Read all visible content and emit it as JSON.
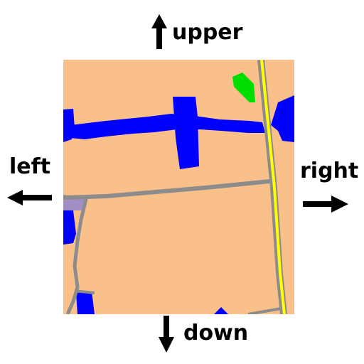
{
  "labels": {
    "upper": "upper",
    "down": "down",
    "left": "left",
    "right": "right"
  },
  "colors": {
    "land": "#f9c08a",
    "water": "#0000ff",
    "road": "#8c8c8c",
    "highway_fill": "#ffff00",
    "highway_edge": "#8c8c8c",
    "park": "#00dd00",
    "landuse_special": "#9f8fc2",
    "arrow": "#000000"
  },
  "map": {
    "features": [
      "water-channel",
      "water-block",
      "water-left-top",
      "water-left-mid",
      "water-left-bottom",
      "water-right",
      "water-bottom",
      "park",
      "main-road",
      "side-roads",
      "yellow-highway",
      "purple-landuse"
    ]
  }
}
